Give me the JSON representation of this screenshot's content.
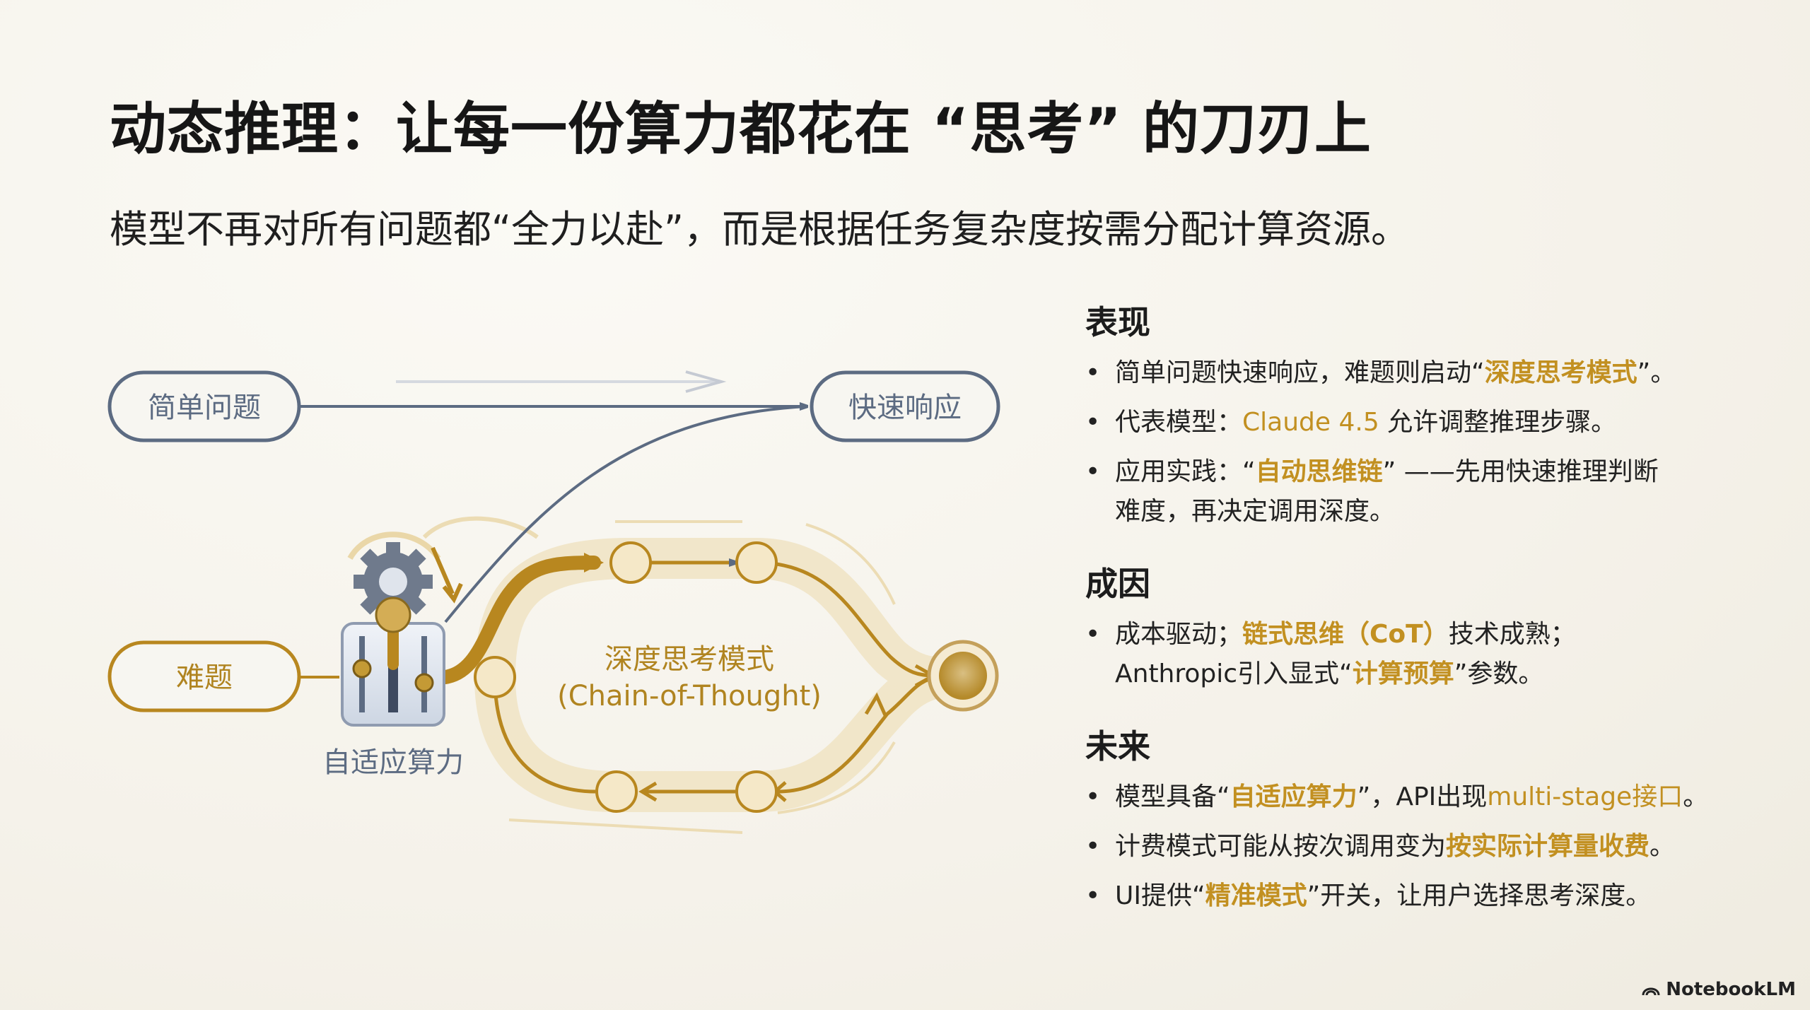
{
  "title": "动态推理：让每一份算力都花在 “思考” 的刀刃上",
  "subtitle": "模型不再对所有问题都“全力以赴”，而是根据任务复杂度按需分配计算资源。",
  "diagram": {
    "simple_question": "简单问题",
    "fast_response": "快速响应",
    "hard_question": "难题",
    "adaptive_compute": "自适应算力",
    "deep_mode_line1": "深度思考模式",
    "deep_mode_line2": "(Chain-of-Thought)"
  },
  "sections": {
    "performance": {
      "title": "表现",
      "b1_pre": "简单问题快速响应，难题则启动“",
      "b1_hl": "深度思考模式",
      "b1_post": "”。",
      "b2_pre": "代表模型：",
      "b2_hl": "Claude 4.5",
      "b2_post": " 允许调整推理步骤。",
      "b3_pre": "应用实践：“",
      "b3_hl": "自动思维链",
      "b3_post": "” ——先用快速推理判断",
      "b3_line2": "难度，再决定调用深度。"
    },
    "cause": {
      "title": "成因",
      "b1_pre": "成本驱动；",
      "b1_hl": "链式思维（CoT）",
      "b1_post": "技术成熟；",
      "b1_line2_pre": "Anthropic引入显式“",
      "b1_line2_hl": "计算预算",
      "b1_line2_post": "”参数。"
    },
    "future": {
      "title": "未来",
      "b1_pre": "模型具备“",
      "b1_hl": "自适应算力",
      "b1_mid": "”，API出现",
      "b1_hl2": "multi-stage接口",
      "b1_post": "。",
      "b2_pre": "计费模式可能从按次调用变为",
      "b2_hl": "按实际计算量收费",
      "b2_post": "。",
      "b3_pre": "UI提供“",
      "b3_hl": "精准模式",
      "b3_post": "”开关，让用户选择思考深度。"
    }
  },
  "bullet_char": "•",
  "brand": "NotebookLM",
  "colors": {
    "gold": "#c29021",
    "slate": "#5c6b82",
    "light_gold": "#ecdcb4"
  }
}
